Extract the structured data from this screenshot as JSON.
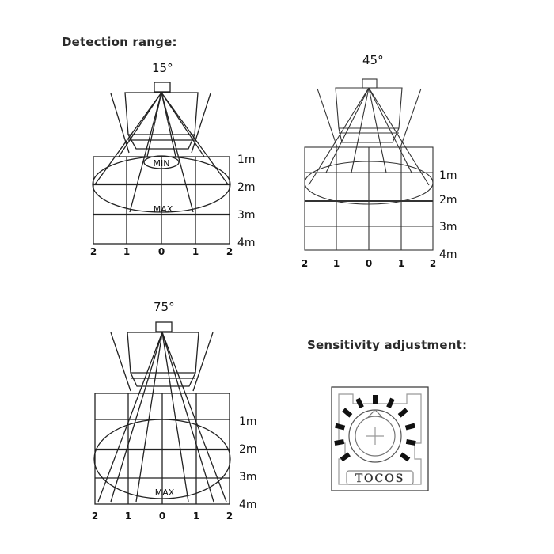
{
  "page": {
    "title": "Detection range:",
    "sensitivity_title": "Sensitivity adjustment:"
  },
  "diagrams": [
    {
      "angle": "15°",
      "distance_labels": [
        "1m",
        "2m",
        "3m",
        "4m"
      ],
      "width_labels": [
        "2",
        "1",
        "0",
        "1",
        "2"
      ],
      "min_label": "MIN",
      "max_label": "MAX"
    },
    {
      "angle": "45°",
      "distance_labels": [
        "1m",
        "2m",
        "3m",
        "4m"
      ],
      "width_labels": [
        "2",
        "1",
        "0",
        "1",
        "2"
      ]
    },
    {
      "angle": "75°",
      "distance_labels": [
        "1m",
        "2m",
        "3m",
        "4m"
      ],
      "width_labels": [
        "2",
        "1",
        "0",
        "1",
        "2"
      ],
      "max_label": "MAX"
    }
  ],
  "knob": {
    "brand": "TOCOS"
  }
}
